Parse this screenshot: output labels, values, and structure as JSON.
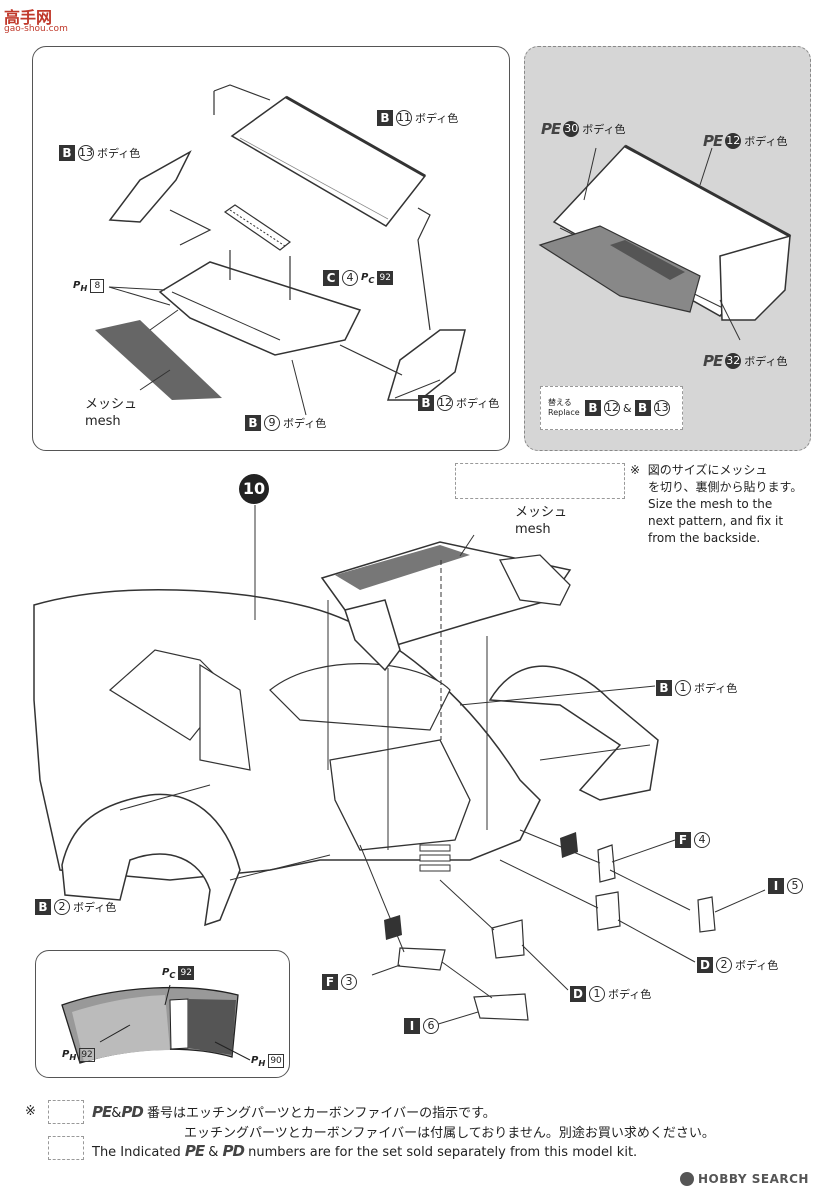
{
  "watermark": {
    "site_chars": "高手网",
    "site_url": "gao-shou.com"
  },
  "labels": {
    "paint_body_color": "ボディ色",
    "mesh_jp": "メッシュ",
    "mesh_en": "mesh",
    "replace_jp": "替える",
    "replace_en": "Replace",
    "amp": "&"
  },
  "panel_top_left": {
    "parts": [
      {
        "letter": "B",
        "num": "11",
        "paint": true
      },
      {
        "letter": "B",
        "num": "13",
        "paint": true
      },
      {
        "letter": "C",
        "num": "4",
        "pc": "92"
      },
      {
        "letter": "B",
        "num": "9",
        "paint": true
      },
      {
        "letter": "B",
        "num": "12",
        "paint": true
      }
    ],
    "ph_label": "8"
  },
  "panel_top_right": {
    "pe_parts": [
      "30",
      "12",
      "32"
    ],
    "replace_parts": [
      "12",
      "13"
    ]
  },
  "step": {
    "number": "10"
  },
  "note": {
    "mark": "※",
    "jp_line1": "図のサイズにメッシュ",
    "jp_line2": "を切り、裏側から貼ります。",
    "en_line1": "Size the mesh to the",
    "en_line2": "next pattern, and fix it",
    "en_line3": "from the backside."
  },
  "main_parts": [
    {
      "letter": "B",
      "num": "1",
      "paint": true
    },
    {
      "letter": "F",
      "num": "4"
    },
    {
      "letter": "I",
      "num": "5"
    },
    {
      "letter": "D",
      "num": "2",
      "paint": true
    },
    {
      "letter": "B",
      "num": "2",
      "paint": true
    },
    {
      "letter": "F",
      "num": "3"
    },
    {
      "letter": "D",
      "num": "1",
      "paint": true
    },
    {
      "letter": "I",
      "num": "6"
    }
  ],
  "inset": {
    "pc": "92",
    "ph_left": "92",
    "ph_right": "90"
  },
  "footer": {
    "mark": "※",
    "pe": "PE",
    "pd": "PD",
    "amp": "&",
    "jp_line1": "番号はエッチングパーツとカーボンファイバーの指示です。",
    "jp_line2": "エッチングパーツとカーボンファイバーは付属しておりません。別途お買い求めください。",
    "en_prefix": "The Indicated",
    "en_suffix": "numbers are for the set sold separately from this model kit."
  },
  "brand": {
    "name": "HOBBY SEARCH"
  }
}
